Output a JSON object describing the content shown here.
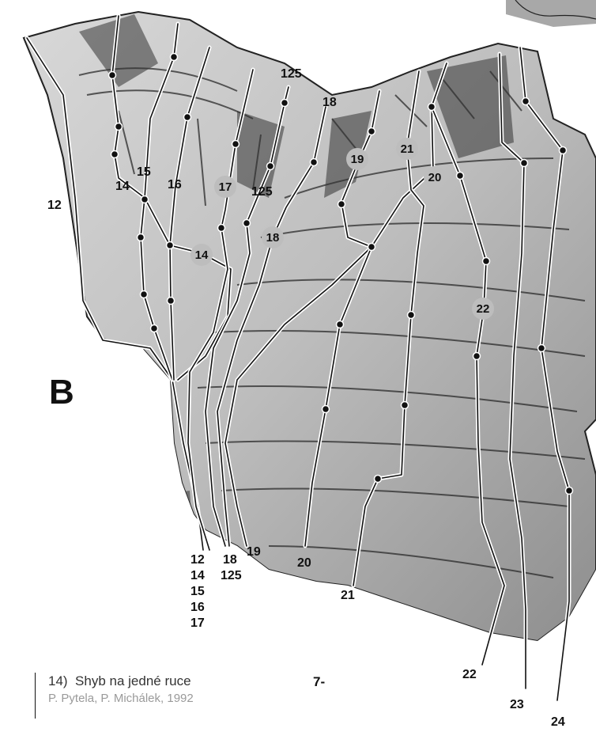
{
  "sector": "B",
  "caption": {
    "number": "14)",
    "title": "Shyb na jedné ruce",
    "authors": "P. Pytela, P. Michálek, 1992",
    "grade": "7-"
  },
  "labels": {
    "r12_side": "12",
    "r14_left": "14",
    "r15": "15",
    "r16": "16",
    "r17_badge": "17",
    "r14_badge": "14",
    "r125_top": "125",
    "r125_mid": "125",
    "r18_top": "18",
    "r18_badge": "18",
    "r19_badge": "19",
    "r21_badge": "21",
    "r20_badge": "20",
    "r22_badge": "22",
    "b12": "12",
    "b14": "14",
    "b15": "15",
    "b16": "16",
    "b17": "17",
    "b18": "18",
    "b125": "125",
    "b19": "19",
    "b20": "20",
    "b21": "21",
    "b22": "22",
    "b23": "23",
    "b24": "24"
  },
  "colors": {
    "rock_light": "#e6e6e6",
    "rock_dark": "#3a3a3a",
    "route_outline": "#ffffff",
    "route_core": "#111111",
    "badge": "#bdbdbd",
    "map_icon": "#a8a8a8"
  }
}
